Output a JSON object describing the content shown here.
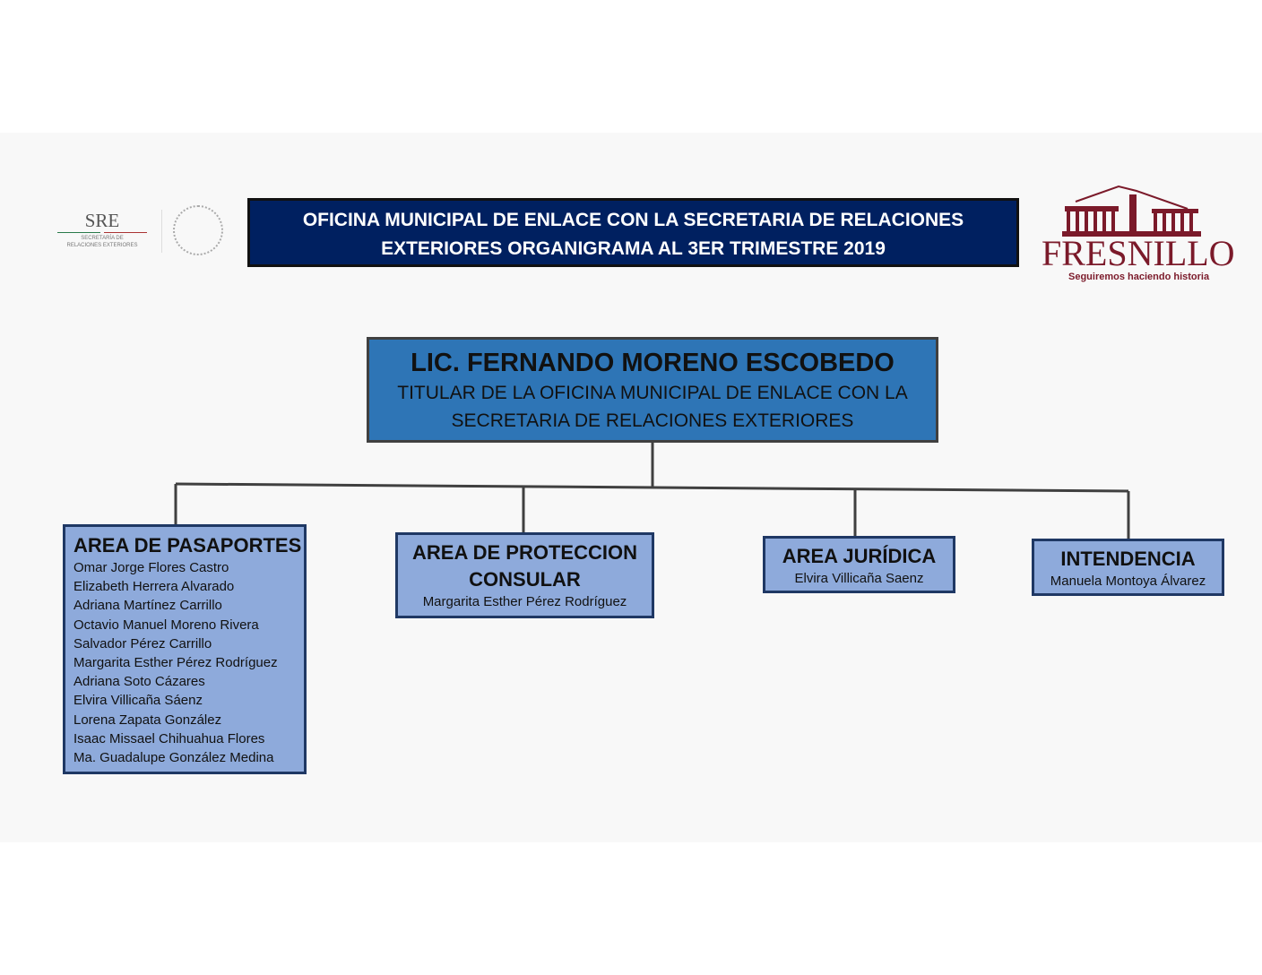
{
  "header": {
    "title_line1": "OFICINA MUNICIPAL DE ENLACE CON LA SECRETARIA DE RELACIONES",
    "title_line2": "EXTERIORES ORGANIGRAMA AL 3ER TRIMESTRE 2019"
  },
  "logos": {
    "sre": {
      "abbr": "SRE",
      "line1": "SECRETARÍA DE",
      "line2": "RELACIONES EXTERIORES"
    },
    "fresnillo": {
      "name": "FRESNILLO",
      "slogan": "Seguiremos haciendo historia",
      "color": "#7b1a2a"
    }
  },
  "head": {
    "name": "LIC. FERNANDO MORENO ESCOBEDO",
    "title_line1": "TITULAR DE LA OFICINA MUNICIPAL DE ENLACE CON LA",
    "title_line2": "SECRETARIA DE RELACIONES EXTERIORES"
  },
  "areas": [
    {
      "title": "AREA DE PASAPORTES",
      "members": [
        "Omar Jorge Flores Castro",
        "Elizabeth Herrera Alvarado",
        "Adriana Martínez Carrillo",
        "Octavio Manuel Moreno Rivera",
        "Salvador Pérez Carrillo",
        "Margarita Esther Pérez Rodríguez",
        "Adriana Soto Cázares",
        "Elvira Villicaña Sáenz",
        "Lorena Zapata González",
        "Isaac Missael Chihuahua Flores",
        "Ma. Guadalupe González Medina"
      ]
    },
    {
      "title_line1": "AREA DE PROTECCION",
      "title_line2": "CONSULAR",
      "members": [
        "Margarita Esther Pérez Rodríguez"
      ]
    },
    {
      "title": "AREA JURÍDICA",
      "members": [
        "Elvira Villicaña Saenz"
      ]
    },
    {
      "title": "INTENDENCIA",
      "members": [
        "Manuela Montoya Álvarez"
      ]
    }
  ]
}
